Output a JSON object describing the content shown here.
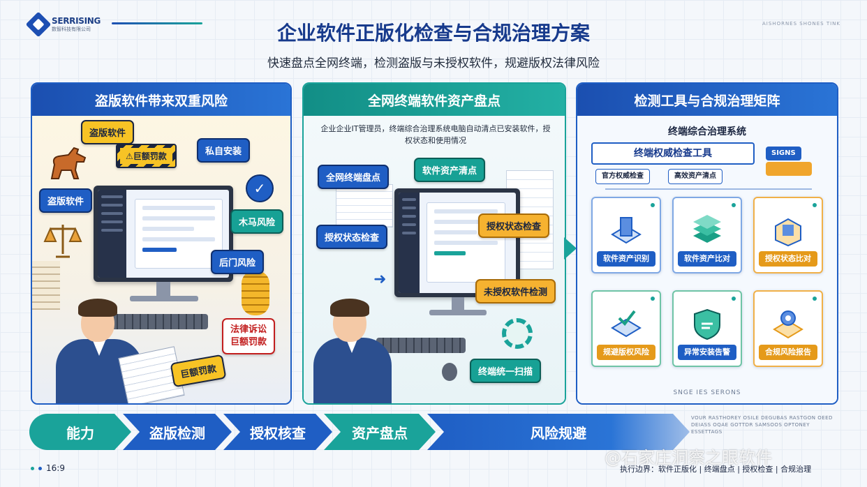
{
  "header": {
    "logo_name": "SERRISING",
    "logo_sub": "数智科技有限公司",
    "top_right_code": "AISHORNES SHONES TINK",
    "title": "企业软件正版化检查与合规治理方案",
    "subtitle": "快速盘点全网终端，检测盗版与未授权软件，规避版权法律风险"
  },
  "panel1": {
    "title": "盗版软件带来双重风险",
    "callouts": {
      "pirate_top": "盗版软件",
      "warning_fine": "⚠巨额罚款",
      "private_install": "私自安装",
      "pirate_left": "盗版软件",
      "trojan": "木马风险",
      "backdoor": "后门风险",
      "lawsuit": "法律诉讼\n巨额罚款",
      "fine_sign": "巨额罚款"
    }
  },
  "panel2": {
    "title": "全网终端软件资产盘点",
    "intro": "企业企业IT管理员，终端综合治理系统电脑自动清点已安装软件，授权状态和使用情况",
    "callouts": {
      "network_inventory": "全网终端盘点",
      "asset_inventory": "软件资产清点",
      "license_check_left": "授权状态检查",
      "license_check_right": "授权状态检查",
      "unauthorized_detect": "未授权软件检测",
      "unified_scan": "终端统一扫描"
    }
  },
  "panel3": {
    "title": "检测工具与合规治理矩阵",
    "system_name": "终端综合治理系统",
    "tool_name": "终端权威检查工具",
    "side_tag_top": "SIGNS",
    "tags": [
      "官方权威检查",
      "高效资产清点"
    ],
    "modules": [
      {
        "label": "软件资产识别",
        "style": "blue"
      },
      {
        "label": "软件资产比对",
        "style": "blue"
      },
      {
        "label": "授权状态比对",
        "style": "orange"
      },
      {
        "label": "规避版权风险",
        "style": "orange"
      },
      {
        "label": "异常安装告警",
        "style": "green"
      },
      {
        "label": "合规风险报告",
        "style": "orange"
      }
    ],
    "footer_code": "SNGE IES SERONS"
  },
  "process": {
    "steps": [
      "能力",
      "盗版检测",
      "授权核查",
      "资产盘点",
      "风险规避"
    ]
  },
  "footer": {
    "ratio": "16:9",
    "scope": "执行边界：软件正版化 | 终端盘点 | 授权检查 | 合规治理",
    "watermark": "@石家庄洞察之眼软件",
    "right_note": "VOUR RASTHOREY OSILE DEGUBAS RASTGON OEED DEIASS OQAE GOTTDR SAMSOOS OPTONEY ESSETTAGS"
  },
  "colors": {
    "primary_blue": "#1f5ec4",
    "teal": "#1aa39a",
    "warning_yellow": "#f7c325",
    "title_navy": "#173a8c"
  }
}
